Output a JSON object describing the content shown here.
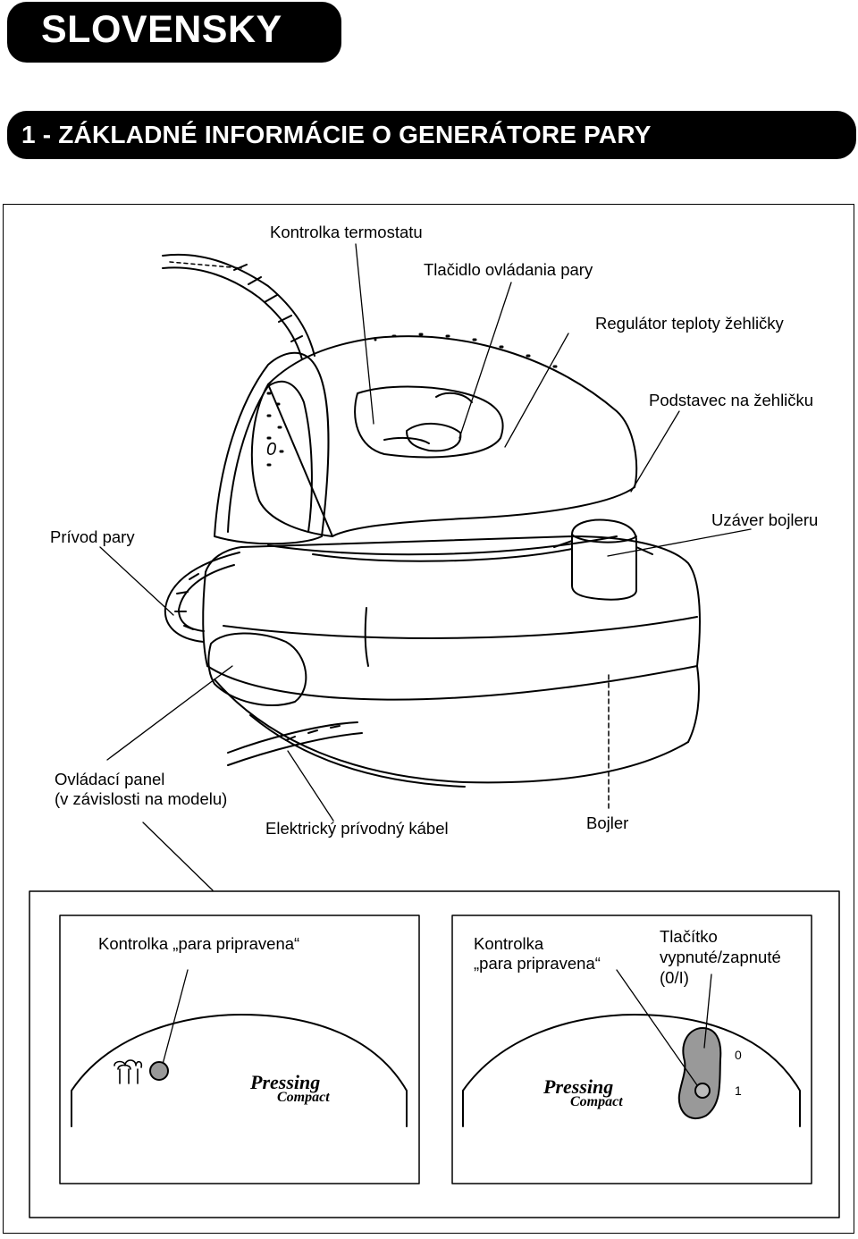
{
  "header": {
    "language": "SLOVENSKY"
  },
  "section": {
    "title": "1 - ZÁKLADNÉ INFORMÁCIE O GENERÁTORE PARY"
  },
  "labels": {
    "thermostat_light": "Kontrolka termostatu",
    "steam_button": "Tlačidlo ovládania pary",
    "temp_regulator": "Regulátor teploty žehličky",
    "iron_rest": "Podstavec na žehličku",
    "steam_hose": "Prívod pary",
    "boiler_cap": "Uzáver bojleru",
    "control_panel_1": "Ovládací panel",
    "control_panel_2": "(v závislosti na modelu)",
    "power_cord": "Elektrický prívodný kábel",
    "boiler": "Bojler"
  },
  "panels": {
    "left_label": "Kontrolka „para pripravena“",
    "right_label_1": "Kontrolka",
    "right_label_2": "„para pripravena“",
    "switch_label_1": "Tlačítko",
    "switch_label_2": "vypnuté/zapnuté",
    "switch_label_3": "(0/I)",
    "brand_1": "Pressing",
    "brand_2": "Compact",
    "switch_off": "0",
    "switch_on": "1",
    "iron_dial_mark": "0"
  }
}
